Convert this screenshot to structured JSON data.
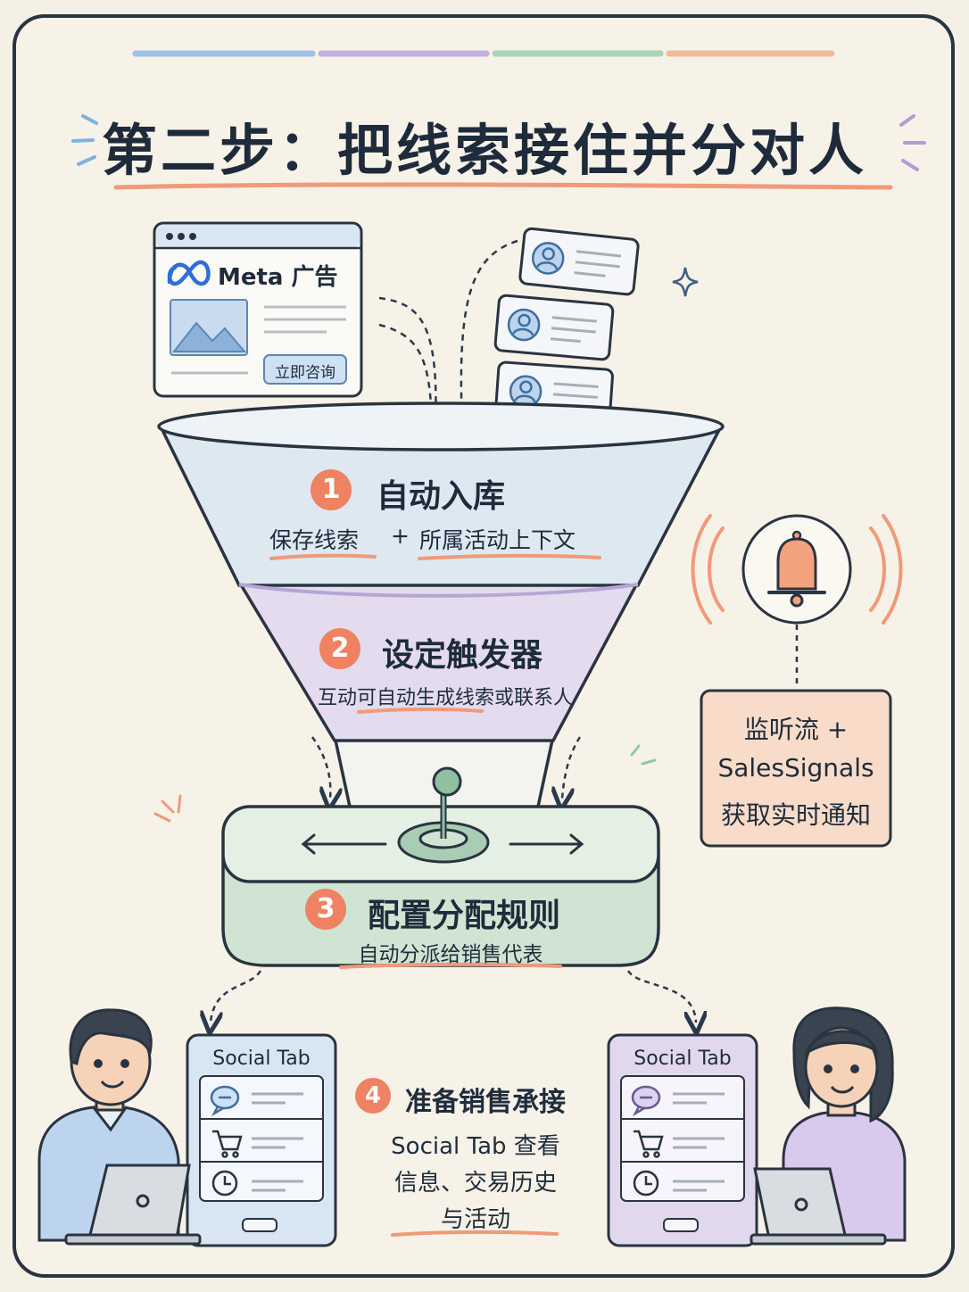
{
  "title": "第二步：把线索接住并分对人",
  "ad_card": {
    "brand": "Meta 广告",
    "cta_button": "立即咨询"
  },
  "steps": [
    {
      "number": "1",
      "title": "自动入库",
      "subtitle_left": "保存线索",
      "subtitle_plus": "+",
      "subtitle_right": "所属活动上下文"
    },
    {
      "number": "2",
      "title": "设定触发器",
      "subtitle": "互动可自动生成线索或联系人"
    },
    {
      "number": "3",
      "title": "配置分配规则",
      "subtitle": "自动分派给销售代表"
    },
    {
      "number": "4",
      "title": "准备销售承接",
      "body_line1": "Social Tab 查看",
      "body_line2": "信息、交易历史",
      "body_line3": "与活动"
    }
  ],
  "notification": {
    "line1": "监听流 +",
    "line2": "SalesSignals",
    "line3": "获取实时通知"
  },
  "social_tabs": [
    {
      "label": "Social Tab"
    },
    {
      "label": "Social Tab"
    }
  ],
  "colors": {
    "background": "#f5f0e6",
    "ink": "#1e2b3b",
    "accent_orange": "#ef8262",
    "funnel_blue": "#dde8f1",
    "funnel_purple": "#e4dcee",
    "base_green": "#dcebdc",
    "notify_box": "#f8dcc9"
  },
  "icons": [
    "meta-logo-icon",
    "image-placeholder-icon",
    "user-avatar-icon",
    "bell-icon",
    "joystick-icon",
    "chat-icon",
    "cart-icon",
    "clock-icon",
    "sparkle-icon"
  ]
}
